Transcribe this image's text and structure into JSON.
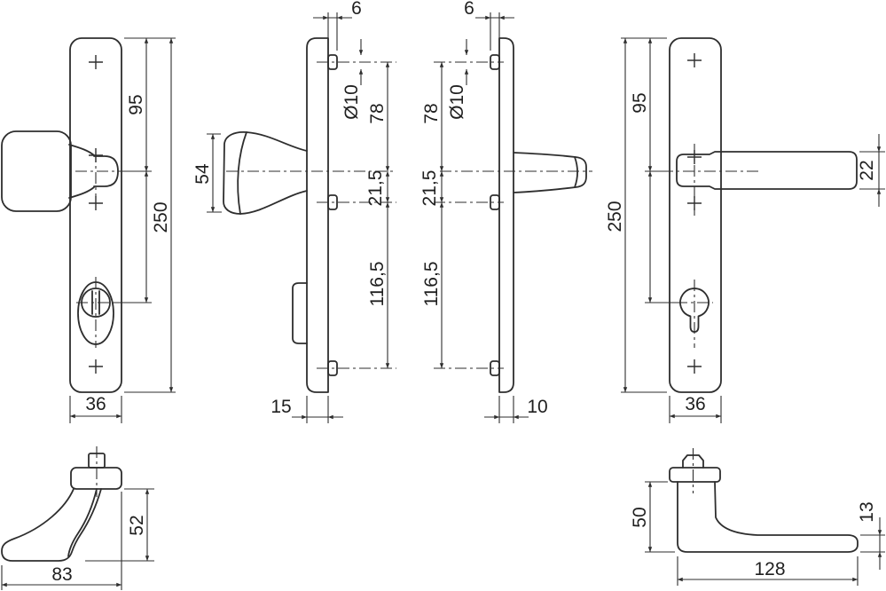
{
  "figures": {
    "knob_front": {
      "top_to_handle": "95",
      "total_height": "250",
      "plate_width": "36"
    },
    "knob_side": {
      "lug_offset": "6",
      "knob_height": "54",
      "hole_dia": "Ø10",
      "lug_to_handle": "78",
      "handle_to_lug": "21,5",
      "lug_to_lug": "116,5",
      "plate_depth": "15"
    },
    "lever_side": {
      "lug_offset": "6",
      "hole_dia": "Ø10",
      "lug_to_handle": "78",
      "handle_to_lug": "21,5",
      "lug_to_lug": "116,5",
      "plate_depth": "10"
    },
    "lever_front": {
      "top_to_handle": "95",
      "total_height": "250",
      "grip_height": "22",
      "plate_width": "36"
    },
    "knob_profile": {
      "height": "52",
      "length": "83"
    },
    "lever_profile": {
      "height": "50",
      "length": "128",
      "grip_height": "13"
    }
  },
  "colors": {
    "background": "#ffffff",
    "line": "#2e2e2e",
    "text": "#1f1f1f"
  }
}
